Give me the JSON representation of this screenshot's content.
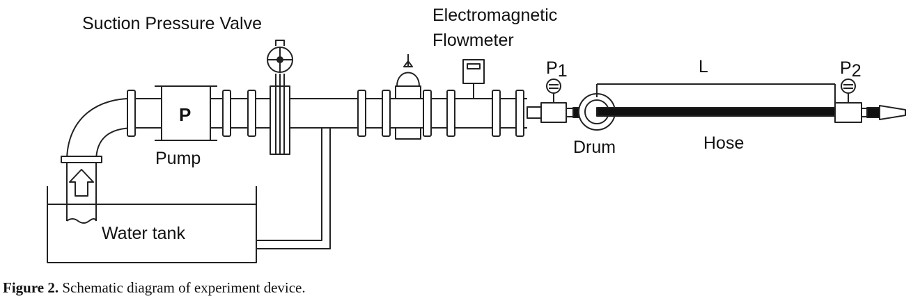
{
  "labels": {
    "suction_valve": "Suction Pressure Valve",
    "flowmeter_line1": "Electromagnetic",
    "flowmeter_line2": "Flowmeter",
    "p1_main": "P",
    "p1_sub": "1",
    "p2_main": "P",
    "p2_sub": "2",
    "length": "L",
    "pump_symbol": "P",
    "pump": "Pump",
    "drum": "Drum",
    "hose": "Hose",
    "water_tank": "Water tank"
  },
  "caption": {
    "label": "Figure 2.",
    "text": " Schematic diagram of experiment device."
  }
}
